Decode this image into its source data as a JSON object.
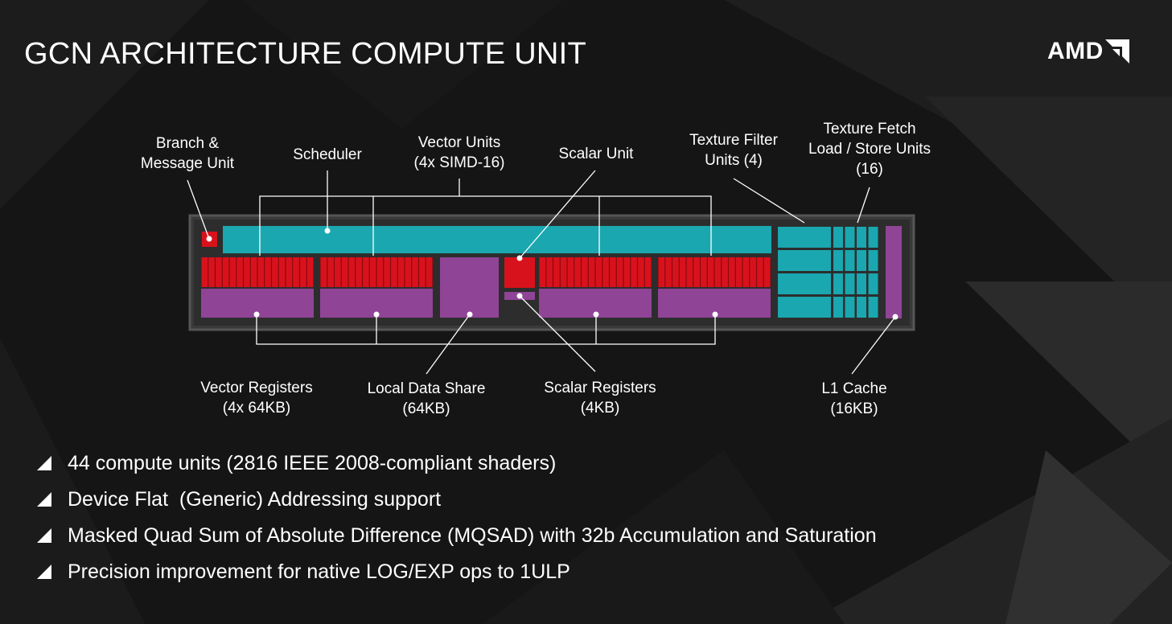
{
  "slide": {
    "title": "GCN ARCHITECTURE COMPUTE UNIT",
    "logo_text": "AMD"
  },
  "diagram": {
    "labels": {
      "branch_message": [
        "Branch &",
        "Message Unit"
      ],
      "scheduler": [
        "Scheduler"
      ],
      "vector_units": [
        "Vector Units",
        "(4x SIMD-16)"
      ],
      "scalar_unit": [
        "Scalar Unit"
      ],
      "texture_filter": [
        "Texture Filter",
        "Units (4)"
      ],
      "texture_fetch": [
        "Texture Fetch",
        "Load / Store Units",
        "(16)"
      ],
      "vector_registers": [
        "Vector Registers",
        "(4x 64KB)"
      ],
      "local_data_share": [
        "Local Data Share",
        "(64KB)"
      ],
      "scalar_registers": [
        "Scalar Registers",
        "(4KB)"
      ],
      "l1_cache": [
        "L1 Cache",
        "(16KB)"
      ]
    },
    "colors": {
      "teal": "#1aa7b0",
      "red": "#d8121c",
      "purple": "#8f4496",
      "frame": "#3a3a3a"
    }
  },
  "bullets": [
    "44 compute units (2816 IEEE 2008-compliant shaders)",
    "Device Flat  (Generic) Addressing support",
    "Masked Quad Sum of Absolute Difference (MQSAD) with 32b Accumulation and Saturation",
    "Precision improvement for native LOG/EXP ops to 1ULP"
  ],
  "icons": {
    "bullet": "triangle-bullet-icon",
    "logo_arrow": "amd-arrow-icon"
  }
}
